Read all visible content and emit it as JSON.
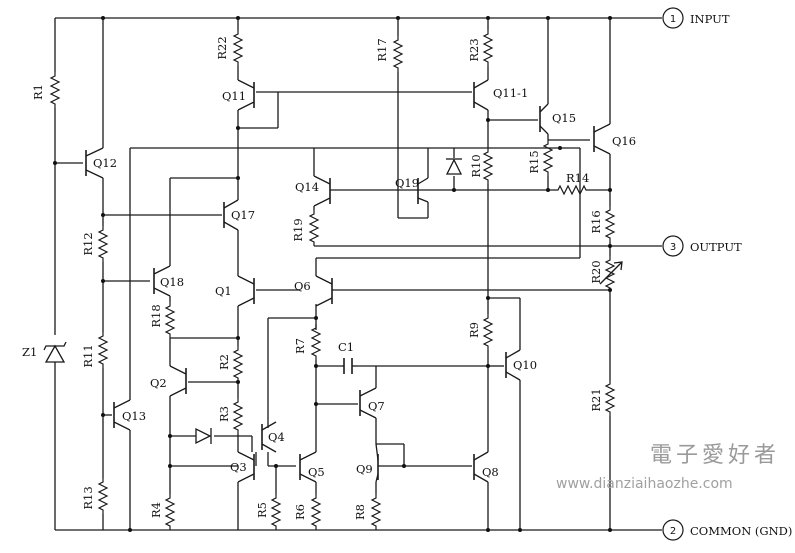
{
  "pins": {
    "input": {
      "number": "1",
      "label": "INPUT"
    },
    "output": {
      "number": "3",
      "label": "OUTPUT"
    },
    "common": {
      "number": "2",
      "label": "COMMON (GND)"
    }
  },
  "components": {
    "r1": "R1",
    "r2": "R2",
    "r3": "R3",
    "r4": "R4",
    "r5": "R5",
    "r6": "R6",
    "r7": "R7",
    "r8": "R8",
    "r9": "R9",
    "r10": "R10",
    "r11": "R11",
    "r12": "R12",
    "r13": "R13",
    "r14": "R14",
    "r15": "R15",
    "r16": "R16",
    "r17": "R17",
    "r18": "R18",
    "r19": "R19",
    "r20": "R20",
    "r21": "R21",
    "r22": "R22",
    "r23": "R23",
    "q1": "Q1",
    "q2": "Q2",
    "q3": "Q3",
    "q4": "Q4",
    "q5": "Q5",
    "q6": "Q6",
    "q7": "Q7",
    "q8": "Q8",
    "q9": "Q9",
    "q10": "Q10",
    "q11": "Q11",
    "q11_1": "Q11-1",
    "q12": "Q12",
    "q13": "Q13",
    "q14": "Q14",
    "q15": "Q15",
    "q16": "Q16",
    "q17": "Q17",
    "q18": "Q18",
    "q19": "Q19",
    "c1": "C1",
    "z1": "Z1"
  },
  "watermark": {
    "chinese": "電子愛好者",
    "url": "www.dianziaihaozhe.com"
  }
}
